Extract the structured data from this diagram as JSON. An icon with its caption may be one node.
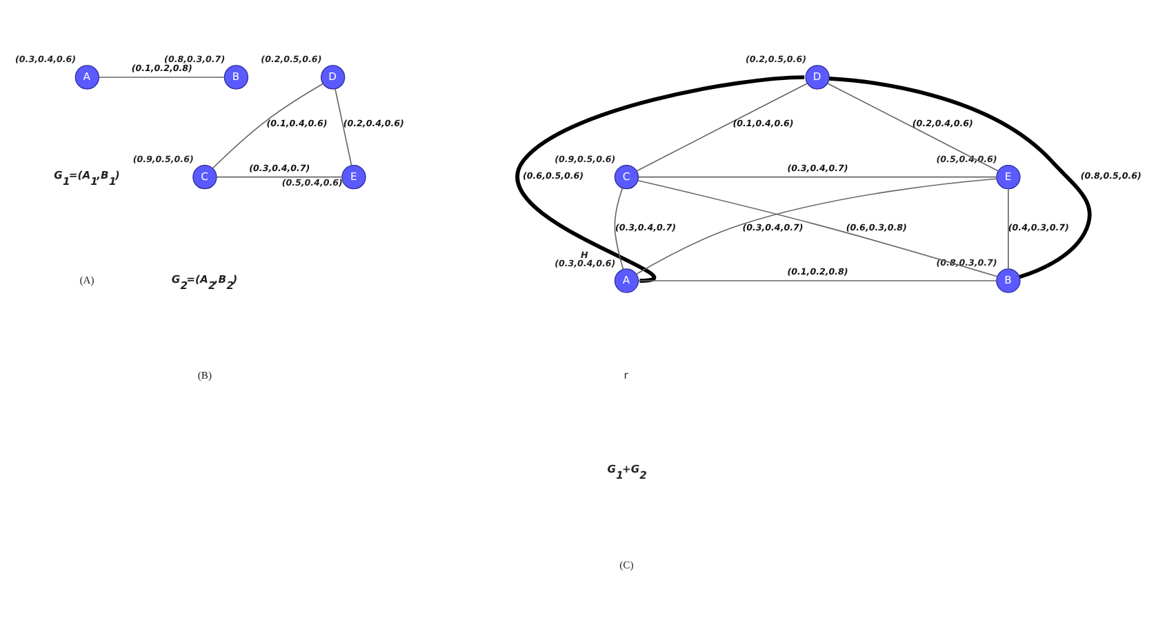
{
  "diagram": {
    "nodes": [
      {
        "text": [
          "A"
        ],
        "beside": [
          "(0.3,0.4,0.6)"
        ]
      },
      {
        "text": [
          "B"
        ],
        "beside": [
          "(0.8,0.3,0.7)"
        ]
      },
      {
        "text": [
          "D"
        ],
        "beside": [
          "(0.2,0.5,0.6)"
        ]
      },
      {
        "text": [
          "C"
        ],
        "beside": [
          "(0.9,0.5,0.6)"
        ]
      },
      {
        "text": [
          "E"
        ],
        "beside": [
          "(0.5,0.4,0.6)"
        ]
      },
      {
        "text": [
          "D"
        ],
        "beside": [
          "(0.2,0.5,0.6)"
        ]
      },
      {
        "text": [
          "C"
        ],
        "beside": [
          "(0.9,0.5,0.6)"
        ]
      },
      {
        "text": [
          "E"
        ],
        "beside": [
          "(0.5,0.4,0.6)"
        ]
      },
      {
        "text": [
          "A"
        ],
        "beside": [
          "H",
          "(0.3,0.4,0.6)"
        ]
      },
      {
        "text": [
          "B"
        ],
        "beside": [
          "(0.8,0.3,0.7)"
        ]
      }
    ],
    "edges": [
      {
        "from": 0,
        "to": 1,
        "arrow": "none",
        "label": "(0.1,0.2,0.8)"
      },
      {
        "from": 3,
        "to": 2,
        "arrow": "none",
        "label": "(0.1,0.4,0.6)"
      },
      {
        "from": 2,
        "to": 4,
        "arrow": "none",
        "label": "(0.2,0.4,0.6)"
      },
      {
        "from": 3,
        "to": 4,
        "arrow": "none",
        "label": "(0.3,0.4,0.7)"
      },
      {
        "from": 6,
        "to": 5,
        "arrow": "none",
        "label": "(0.1,0.4,0.6)"
      },
      {
        "from": 5,
        "to": 7,
        "arrow": "none",
        "label": "(0.2,0.4,0.6)"
      },
      {
        "from": 6,
        "to": 7,
        "arrow": "none",
        "label": "(0.3,0.4,0.7)"
      },
      {
        "from": 8,
        "to": 5,
        "arrow": "none",
        "label": "(0.6,0.5,0.6)",
        "style": "thick",
        "color": "#000000"
      },
      {
        "from": 6,
        "to": 8,
        "arrow": "none",
        "label": "(0.3,0.4,0.7)"
      },
      {
        "from": 8,
        "to": 7,
        "arrow": "none",
        "label": "(0.3,0.4,0.7)"
      },
      {
        "from": 6,
        "to": 9,
        "arrow": "none",
        "label": "(0.6,0.3,0.8)"
      },
      {
        "from": 7,
        "to": 9,
        "arrow": "none",
        "label": "(0.4,0.3,0.7)"
      },
      {
        "from": 9,
        "to": 5,
        "arrow": "none",
        "label": "(0.8,0.5,0.6)",
        "style": "thick",
        "color": "#000000"
      },
      {
        "from": 8,
        "to": 9,
        "arrow": "none",
        "label": "(0.1,0.2,0.8)"
      }
    ],
    "labels": [
      "G$_{1}$=(A$_{1}$,B$_{1}$)",
      "(A)",
      "G$_{2}$=(A$_{2}$,B$_{2}$)",
      "(B)",
      "r",
      "G$_{1}$+G$_{2}$",
      "(C)"
    ]
  }
}
